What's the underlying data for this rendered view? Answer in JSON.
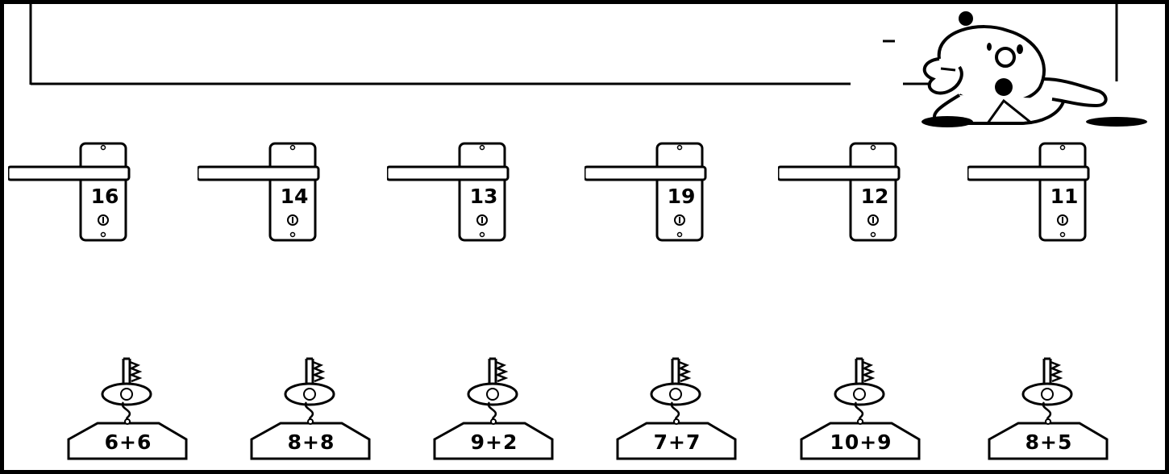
{
  "locks": [
    {
      "number": "16"
    },
    {
      "number": "14"
    },
    {
      "number": "13"
    },
    {
      "number": "19"
    },
    {
      "number": "12"
    },
    {
      "number": "11"
    }
  ],
  "keys": [
    {
      "sum": "6+6"
    },
    {
      "sum": "8+8"
    },
    {
      "sum": "9+2"
    },
    {
      "sum": "7+7"
    },
    {
      "sum": "10+9"
    },
    {
      "sum": "8+5"
    }
  ],
  "colors": {
    "ink": "#000000",
    "paper": "#ffffff"
  },
  "icons": {
    "lock": "door-handle-lock-plate",
    "key": "key-with-tag",
    "mascot": "cartoon-child-figure"
  }
}
